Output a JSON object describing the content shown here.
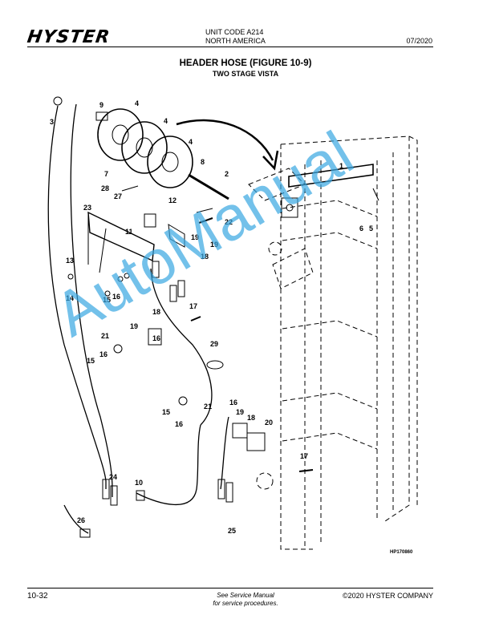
{
  "header": {
    "brand": "HYSTER",
    "unit_code": "UNIT CODE A214",
    "region": "NORTH AMERICA",
    "date": "07/2020"
  },
  "figure": {
    "title": "HEADER HOSE (FIGURE 10-9)",
    "subtitle": "TWO STAGE VISTA",
    "callouts": [
      "1",
      "2",
      "3",
      "4",
      "4",
      "4",
      "5",
      "6",
      "7",
      "8",
      "9",
      "10",
      "11",
      "12",
      "13",
      "14",
      "15",
      "15",
      "15",
      "16",
      "16",
      "16",
      "16",
      "16",
      "17",
      "17",
      "18",
      "18",
      "18",
      "19",
      "19",
      "19",
      "19",
      "20",
      "21",
      "21",
      "22",
      "23",
      "24",
      "25",
      "26",
      "27",
      "28",
      "29"
    ],
    "code": "HP170860"
  },
  "footer": {
    "page": "10-32",
    "note_line1": "See Service Manual",
    "note_line2": "for service procedures.",
    "copyright": "©2020 HYSTER COMPANY"
  },
  "watermark": "AutoManual"
}
